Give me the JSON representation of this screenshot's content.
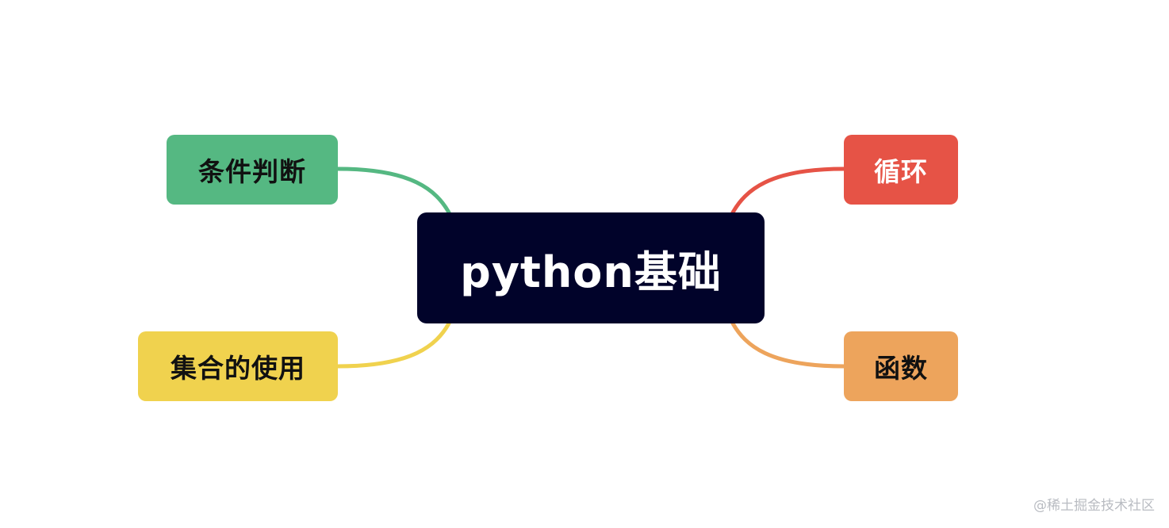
{
  "mindmap": {
    "root": {
      "label": "python基础",
      "color": "#01032a"
    },
    "branches": [
      {
        "id": "tl",
        "label": "条件判断",
        "color": "#55b882"
      },
      {
        "id": "bl",
        "label": "集合的使用",
        "color": "#f0d24e"
      },
      {
        "id": "tr",
        "label": "循环",
        "color": "#e65346"
      },
      {
        "id": "br",
        "label": "函数",
        "color": "#eda45c"
      }
    ]
  },
  "watermark": {
    "text": "@稀土掘金技术社区"
  }
}
